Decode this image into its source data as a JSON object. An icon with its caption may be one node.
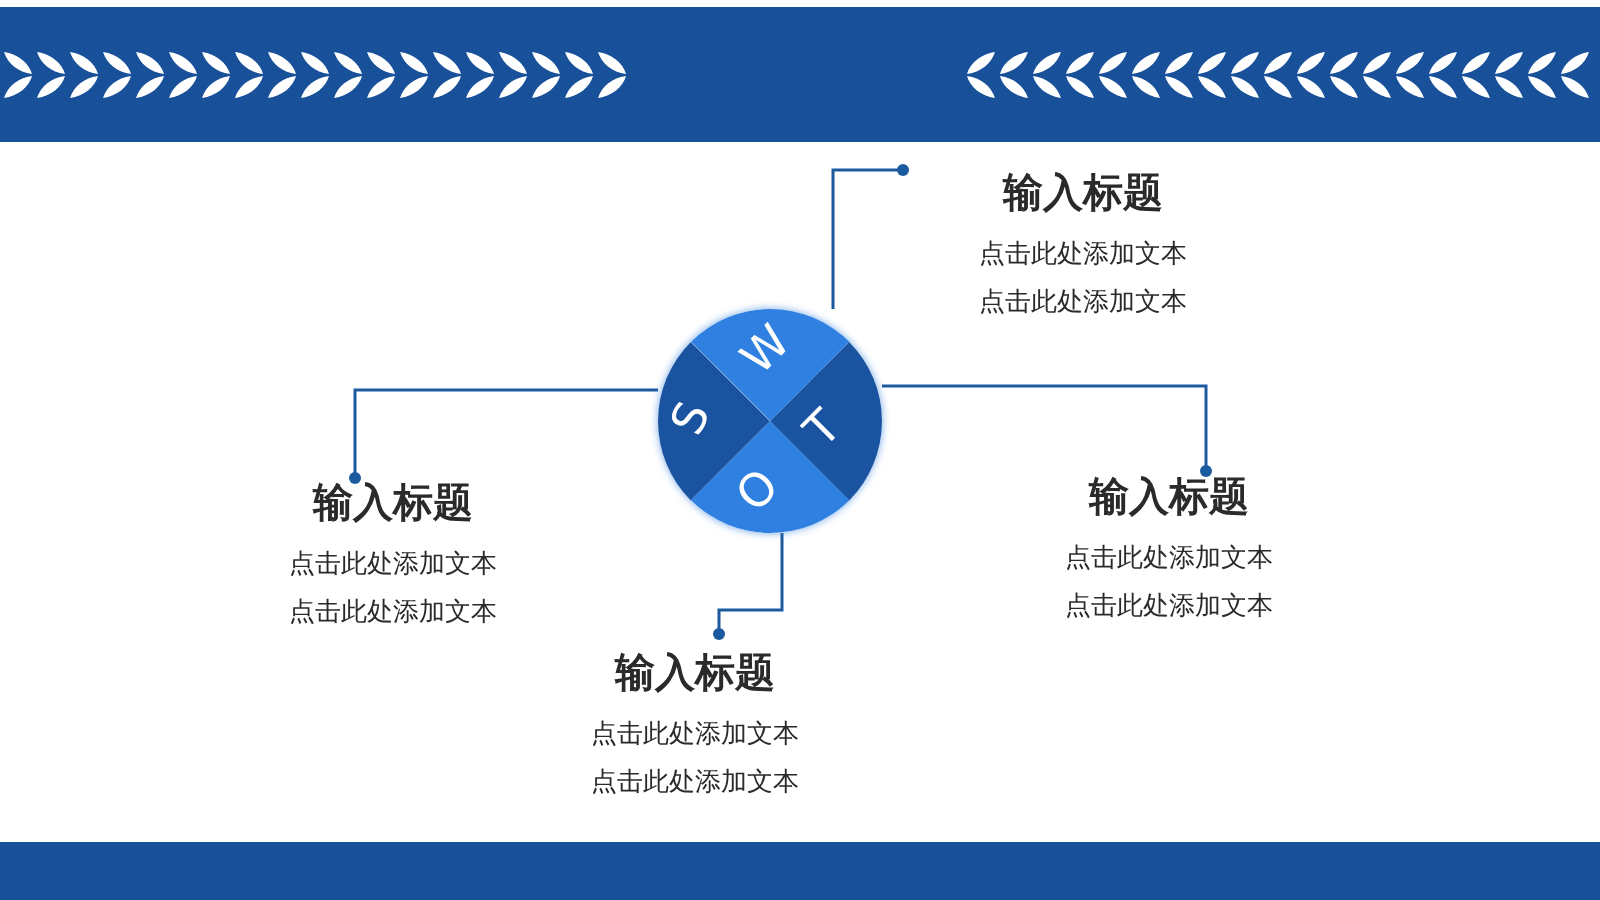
{
  "diagram": {
    "nodes": [
      {
        "text": [],
        "shape": "circle"
      },
      {
        "text": [
          "W"
        ],
        "in": 0
      },
      {
        "text": [
          "S"
        ],
        "in": 0
      },
      {
        "text": [
          "T"
        ],
        "in": 0
      },
      {
        "text": [
          "O"
        ],
        "in": 0
      },
      {
        "text": [
          "输入标题",
          "点击此处添加文本",
          "点击此处添加文本"
        ]
      },
      {
        "text": [
          "输入标题",
          "点击此处添加文本",
          "点击此处添加文本"
        ]
      },
      {
        "text": [
          "输入标题",
          "点击此处添加文本",
          "点击此处添加文本"
        ]
      },
      {
        "text": [
          "输入标题",
          "点击此处添加文本",
          "点击此处添加文本"
        ]
      }
    ],
    "edges": [
      {
        "from": 1,
        "to": 5,
        "arrow": "other"
      },
      {
        "from": 2,
        "to": 6,
        "arrow": "other"
      },
      {
        "from": 3,
        "to": 7,
        "arrow": "other"
      },
      {
        "from": 4,
        "to": 8,
        "arrow": "other"
      }
    ]
  }
}
